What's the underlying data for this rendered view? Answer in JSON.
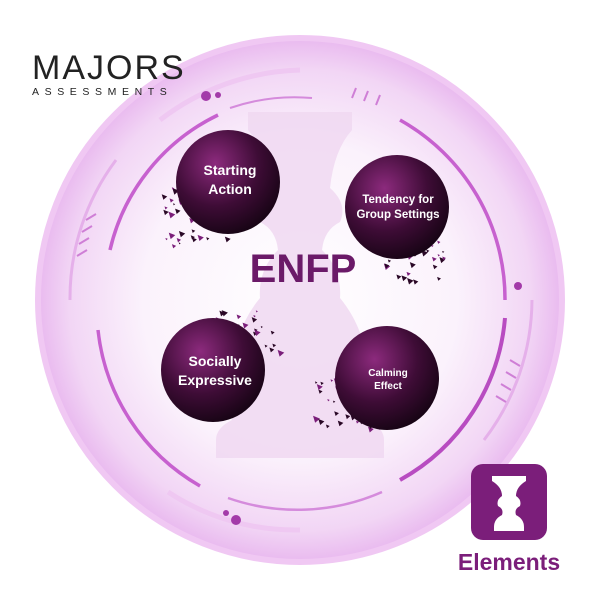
{
  "brand": {
    "logo_main": "MAJORS",
    "logo_sub": "ASSESSMENTS"
  },
  "center": {
    "type_code": "ENFP"
  },
  "nodes": [
    {
      "label_line1": "Starting",
      "label_line2": "Action"
    },
    {
      "label_line1": "Tendency for",
      "label_line2": "Group Settings"
    },
    {
      "label_line1": "Socially",
      "label_line2": "Expressive"
    },
    {
      "label_line1": "Calming",
      "label_line2": "Effect"
    }
  ],
  "badge": {
    "label": "Elements",
    "icon": "chess-pawn-faces-icon"
  },
  "colors": {
    "primary": "#7b1e7a",
    "center_text": "#6b1a68",
    "ring": "#cf7fd6",
    "ring_light": "#f1d2f4",
    "node_dark": "#1c0616",
    "node_mid": "#6e1a63",
    "badge_bg": "#7b1e7a",
    "logo_dark": "#222222"
  }
}
